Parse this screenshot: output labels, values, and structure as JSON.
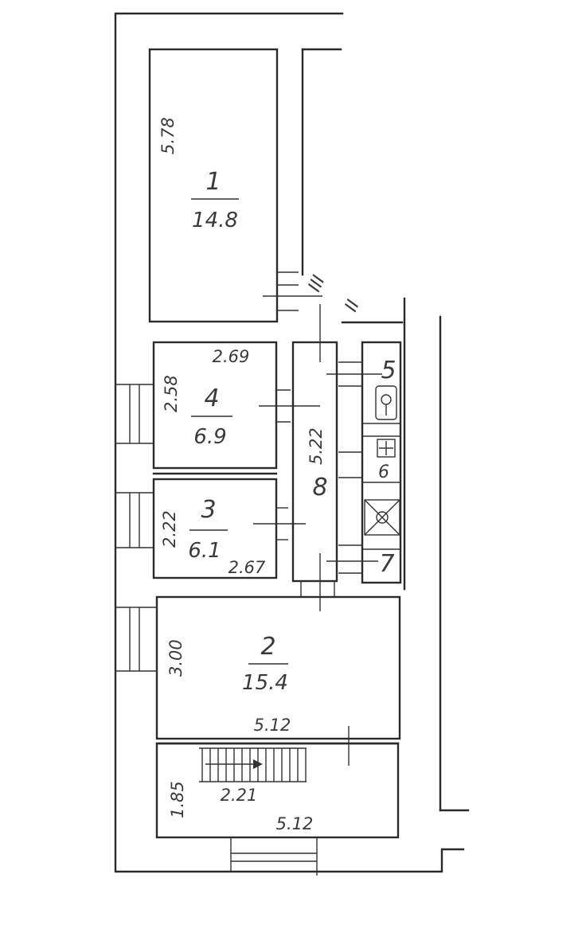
{
  "rooms": [
    {
      "id": "1",
      "area": "14.8"
    },
    {
      "id": "2",
      "area": "15.4"
    },
    {
      "id": "3",
      "area": "6.1"
    },
    {
      "id": "4",
      "area": "6.9"
    },
    {
      "id": "5",
      "area": ""
    },
    {
      "id": "6",
      "area": ""
    },
    {
      "id": "7",
      "area": ""
    },
    {
      "id": "8",
      "area": ""
    }
  ],
  "dimensions": {
    "room1_length": "5.78",
    "room4_width": "2.69",
    "room4_length": "2.58",
    "room3_length": "2.22",
    "room3_width": "2.67",
    "corridor_length": "5.22",
    "room2_length": "3.00",
    "room2_width": "5.12",
    "stair_length": "1.85",
    "stair_inner": "2.21",
    "stair_width": "5.12"
  },
  "section_marks": [
    "III",
    "II"
  ]
}
